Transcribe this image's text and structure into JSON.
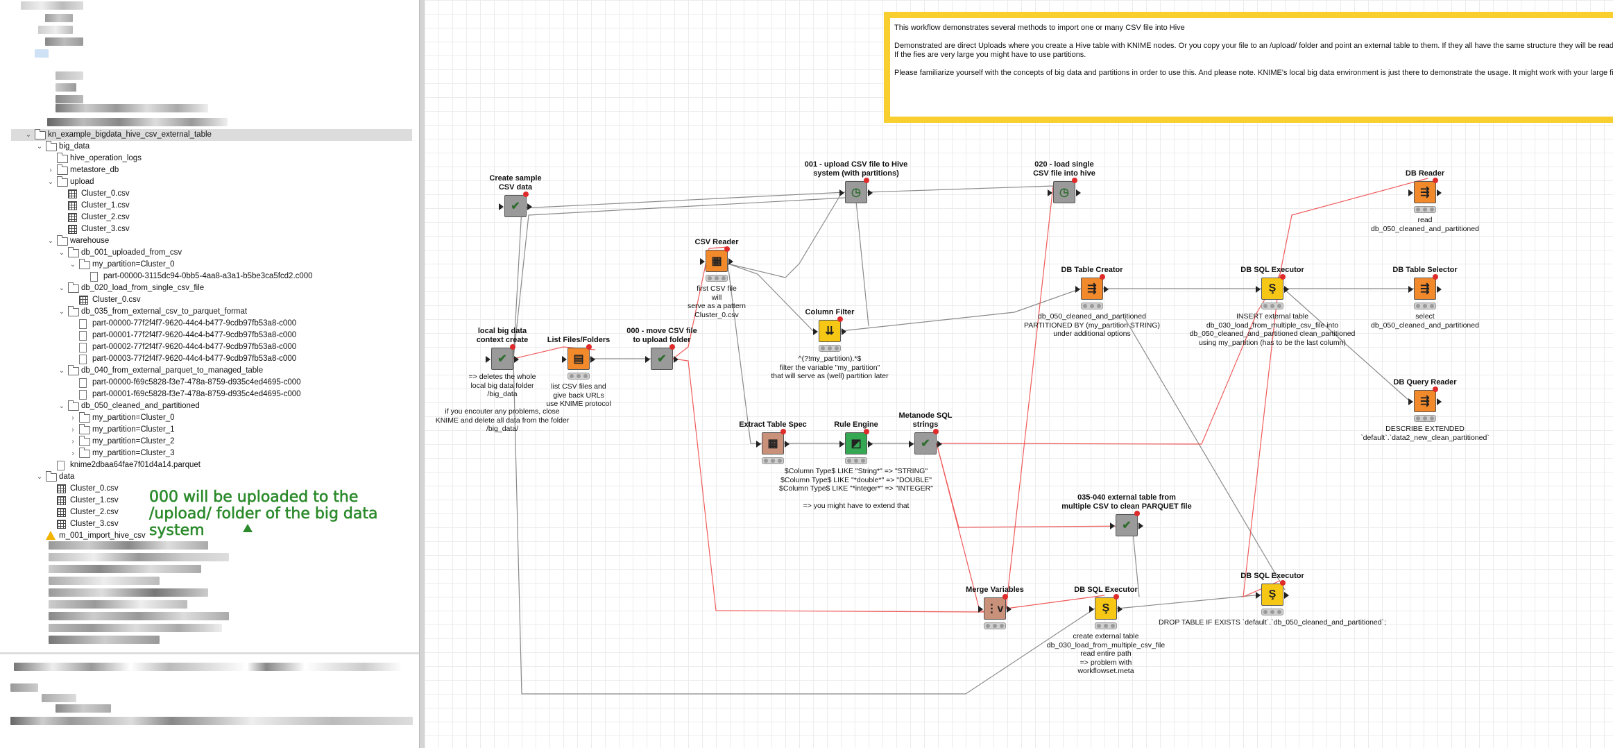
{
  "explorer": {
    "root": "kn_example_bigdata_hive_csv_external_table",
    "rows": [
      {
        "label": "kn_example_bigdata_hive_csv_external_table",
        "indent": 0,
        "icon": "folder",
        "chevron": "down",
        "selected": true
      },
      {
        "label": "big_data",
        "indent": 1,
        "icon": "folder",
        "chevron": "down"
      },
      {
        "label": "hive_operation_logs",
        "indent": 2,
        "icon": "folder",
        "chevron": ""
      },
      {
        "label": "metastore_db",
        "indent": 2,
        "icon": "folder",
        "chevron": "right"
      },
      {
        "label": "upload",
        "indent": 2,
        "icon": "folder",
        "chevron": "down"
      },
      {
        "label": "Cluster_0.csv",
        "indent": 3,
        "icon": "table",
        "chevron": ""
      },
      {
        "label": "Cluster_1.csv",
        "indent": 3,
        "icon": "table",
        "chevron": ""
      },
      {
        "label": "Cluster_2.csv",
        "indent": 3,
        "icon": "table",
        "chevron": ""
      },
      {
        "label": "Cluster_3.csv",
        "indent": 3,
        "icon": "table",
        "chevron": ""
      },
      {
        "label": "warehouse",
        "indent": 2,
        "icon": "folder",
        "chevron": "down"
      },
      {
        "label": "db_001_uploaded_from_csv",
        "indent": 3,
        "icon": "folder",
        "chevron": "down"
      },
      {
        "label": "my_partition=Cluster_0",
        "indent": 4,
        "icon": "folder",
        "chevron": "down"
      },
      {
        "label": "part-00000-3115dc94-0bb5-4aa8-a3a1-b5be3ca5fcd2.c000",
        "indent": 5,
        "icon": "file",
        "chevron": ""
      },
      {
        "label": "db_020_load_from_single_csv_file",
        "indent": 3,
        "icon": "folder",
        "chevron": "down"
      },
      {
        "label": "Cluster_0.csv",
        "indent": 4,
        "icon": "table",
        "chevron": ""
      },
      {
        "label": "db_035_from_external_csv_to_parquet_format",
        "indent": 3,
        "icon": "folder",
        "chevron": "down"
      },
      {
        "label": "part-00000-77f2f4f7-9620-44c4-b477-9cdb97fb53a8-c000",
        "indent": 4,
        "icon": "file",
        "chevron": ""
      },
      {
        "label": "part-00001-77f2f4f7-9620-44c4-b477-9cdb97fb53a8-c000",
        "indent": 4,
        "icon": "file",
        "chevron": ""
      },
      {
        "label": "part-00002-77f2f4f7-9620-44c4-b477-9cdb97fb53a8-c000",
        "indent": 4,
        "icon": "file",
        "chevron": ""
      },
      {
        "label": "part-00003-77f2f4f7-9620-44c4-b477-9cdb97fb53a8-c000",
        "indent": 4,
        "icon": "file",
        "chevron": ""
      },
      {
        "label": "db_040_from_external_parquet_to_managed_table",
        "indent": 3,
        "icon": "folder",
        "chevron": "down"
      },
      {
        "label": "part-00000-f69c5828-f3e7-478a-8759-d935c4ed4695-c000",
        "indent": 4,
        "icon": "file",
        "chevron": ""
      },
      {
        "label": "part-00001-f69c5828-f3e7-478a-8759-d935c4ed4695-c000",
        "indent": 4,
        "icon": "file",
        "chevron": ""
      },
      {
        "label": "db_050_cleaned_and_partitioned",
        "indent": 3,
        "icon": "folder",
        "chevron": "down"
      },
      {
        "label": "my_partition=Cluster_0",
        "indent": 4,
        "icon": "folder",
        "chevron": "right"
      },
      {
        "label": "my_partition=Cluster_1",
        "indent": 4,
        "icon": "folder",
        "chevron": "right"
      },
      {
        "label": "my_partition=Cluster_2",
        "indent": 4,
        "icon": "folder",
        "chevron": "right"
      },
      {
        "label": "my_partition=Cluster_3",
        "indent": 4,
        "icon": "folder",
        "chevron": "right"
      },
      {
        "label": "knime2dbaa64fae7f01d4a14.parquet",
        "indent": 2,
        "icon": "file",
        "chevron": ""
      },
      {
        "label": "data",
        "indent": 1,
        "icon": "folder",
        "chevron": "down"
      },
      {
        "label": "Cluster_0.csv",
        "indent": 2,
        "icon": "table",
        "chevron": ""
      },
      {
        "label": "Cluster_1.csv",
        "indent": 2,
        "icon": "table",
        "chevron": ""
      },
      {
        "label": "Cluster_2.csv",
        "indent": 2,
        "icon": "table",
        "chevron": ""
      },
      {
        "label": "Cluster_3.csv",
        "indent": 2,
        "icon": "table",
        "chevron": ""
      },
      {
        "label": "m_001_import_hive_csv",
        "indent": 1,
        "icon": "warning",
        "chevron": ""
      }
    ],
    "callout": "000 will be uploaded to the /upload/ folder of the big data system"
  },
  "annotation": {
    "line1": "This workflow demonstrates several methods to import one or many CSV file into Hive",
    "line2": "Demonstrated are direct Uploads where you create a Hive table with KNIME nodes. Or you copy your file to an /upload/ folder and point an external table to them. If they all have the same structure they will be read by Hive. You can then use this external file to further handel your files.",
    "line3": "If the fies are very large you might have to use partitions.",
    "line4": "Please familiarize yourself with the concepts of big data and partitions in order to use this. And please note. KNIME's local big data environment is just there to demonstrate the usage. It might work with your large files but it is called Big Data for areason ...."
  },
  "nodes": {
    "create_sample": {
      "title": "Create sample\nCSV data",
      "desc": "",
      "color": "#9a9a9a",
      "glyph": "✔"
    },
    "local_big_data": {
      "title": "local big data\ncontext create",
      "desc": "=> deletes the whole\nlocal big data folder\n/big_data\n\nif you encouter any problems, close\nKNIME and delete all data from the folder\n/big_data/",
      "color": "#9a9a9a",
      "glyph": "✔"
    },
    "list_files": {
      "title": "List Files/Folders",
      "desc": "list CSV files and\ngive back URLs\nuse KNIME protocol",
      "color": "#f28a2c",
      "glyph": "▤"
    },
    "move_csv": {
      "title": "000 - move CSV file\nto upload folder",
      "desc": "",
      "color": "#9a9a9a",
      "glyph": "✔"
    },
    "csv_reader": {
      "title": "CSV Reader",
      "desc": "first CSV file\nwill\nserve as a pattern\nCluster_0.csv",
      "color": "#f28a2c",
      "glyph": "▦"
    },
    "upload_csv": {
      "title": "001 - upload CSV file to Hive\nsystem (with partitions)",
      "desc": "",
      "color": "#9a9a9a",
      "glyph": "◷"
    },
    "load_single": {
      "title": "020 - load single\nCSV file into hive",
      "desc": "",
      "color": "#9a9a9a",
      "glyph": "◷"
    },
    "column_filter": {
      "title": "Column Filter",
      "desc": "^(?!my_partition).*$\nfilter the variable \"my_partition\"\nthat will serve as (well) partition later",
      "color": "#f7c716",
      "glyph": "⇊"
    },
    "extract_spec": {
      "title": "Extract Table Spec",
      "desc": "",
      "color": "#c9907a",
      "glyph": "▦"
    },
    "rule_engine": {
      "title": "Rule Engine",
      "desc": "$Column Type$ LIKE \"String*\" => \"STRING\"\n$Column Type$ LIKE \"*double*\" => \"DOUBLE\"\n$Column Type$ LIKE \"*integer*\" => \"INTEGER\"\n\n=> you might have to extend that",
      "color": "#35a853",
      "glyph": "◩"
    },
    "metanode_sql": {
      "title": "Metanode SQL\nstrings",
      "desc": "",
      "color": "#9a9a9a",
      "glyph": "✔"
    },
    "db_table_creator": {
      "title": "DB Table Creator",
      "desc": "db_050_cleaned_and_partitioned\nPARTITIONED BY (my_partition STRING)\nunder additional options",
      "color": "#f28a2c",
      "glyph": "⇶"
    },
    "db_sql_exec_top": {
      "title": "DB SQL Executor",
      "desc": "INSERT external table\ndb_030_load_from_multiple_csv_file into\ndb_050_cleaned_and_partitioned clean_partitioned\nusing my_partition (has to be the last column)",
      "color": "#f7c716",
      "glyph": "Ş"
    },
    "db_reader": {
      "title": "DB Reader",
      "desc": "read\ndb_050_cleaned_and_partitioned",
      "color": "#f28a2c",
      "glyph": "⇶"
    },
    "db_table_selector": {
      "title": "DB Table Selector",
      "desc": "select\ndb_050_cleaned_and_partitioned",
      "color": "#f28a2c",
      "glyph": "⇶"
    },
    "db_query_reader": {
      "title": "DB Query Reader",
      "desc": "DESCRIBE EXTENDED\n`default`.`data2_new_clean_partitioned`",
      "color": "#f28a2c",
      "glyph": "⇶"
    },
    "external_table": {
      "title": "035-040 external table from\nmultiple CSV to clean PARQUET file",
      "desc": "",
      "color": "#9a9a9a",
      "glyph": "✔"
    },
    "merge_variables": {
      "title": "Merge Variables",
      "desc": "",
      "color": "#c9907a",
      "glyph": "⋮v"
    },
    "db_sql_exec_mid": {
      "title": "DB SQL Executor",
      "desc": "create external table\ndb_030_load_from_multiple_csv_file\nread entire path\n=> problem with\nworkflowset.meta",
      "color": "#f7c716",
      "glyph": "Ş"
    },
    "db_sql_exec_drop": {
      "title": "DB SQL Executor",
      "desc": "DROP TABLE IF EXISTS `default`.`db_050_cleaned_and_partitioned`;",
      "color": "#f7c716",
      "glyph": "Ş"
    }
  }
}
